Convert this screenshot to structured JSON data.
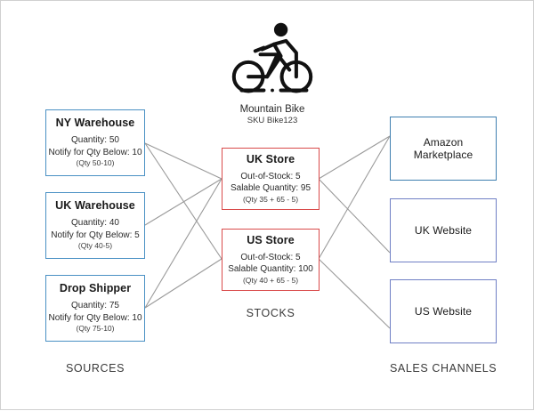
{
  "diagram": {
    "product": {
      "icon": "cyclist-bike-icon",
      "name": "Mountain Bike",
      "sku": "SKU Bike123"
    },
    "group_labels": {
      "sources": "SOURCES",
      "stocks": "STOCKS",
      "sales_channels": "SALES CHANNELS"
    },
    "sources": [
      {
        "id": "ny-warehouse",
        "title": "NY Warehouse",
        "quantity": "Quantity: 50",
        "notify": "Notify for Qty Below: 10",
        "formula": "(Qty 50-10)"
      },
      {
        "id": "uk-warehouse",
        "title": "UK Warehouse",
        "quantity": "Quantity: 40",
        "notify": "Notify for Qty Below: 5",
        "formula": "(Qty 40-5)"
      },
      {
        "id": "drop-shipper",
        "title": "Drop Shipper",
        "quantity": "Quantity: 75",
        "notify": "Notify for Qty Below: 10",
        "formula": "(Qty 75-10)"
      }
    ],
    "stocks": [
      {
        "id": "uk-store",
        "title": "UK Store",
        "out_of_stock": "Out-of-Stock: 5",
        "salable": "Salable Quantity: 95",
        "formula": "(Qty 35 + 65 - 5)"
      },
      {
        "id": "us-store",
        "title": "US Store",
        "out_of_stock": "Out-of-Stock: 5",
        "salable": "Salable Quantity: 100",
        "formula": "(Qty 40 + 65 - 5)"
      }
    ],
    "channels": [
      {
        "id": "amazon-marketplace",
        "title": "Amazon\nMarketplace",
        "line1": "Amazon",
        "line2": "Marketplace"
      },
      {
        "id": "uk-website",
        "line1": "UK Website",
        "line2": ""
      },
      {
        "id": "us-website",
        "line1": "US Website",
        "line2": ""
      }
    ],
    "colors": {
      "source_border": "#4a90c4",
      "store_border": "#d94a4a",
      "channel_border": "#6f7fc4",
      "amazon_border": "#3f7fb0",
      "edge": "#9a9a9a",
      "frame": "#d0d0d0"
    }
  }
}
